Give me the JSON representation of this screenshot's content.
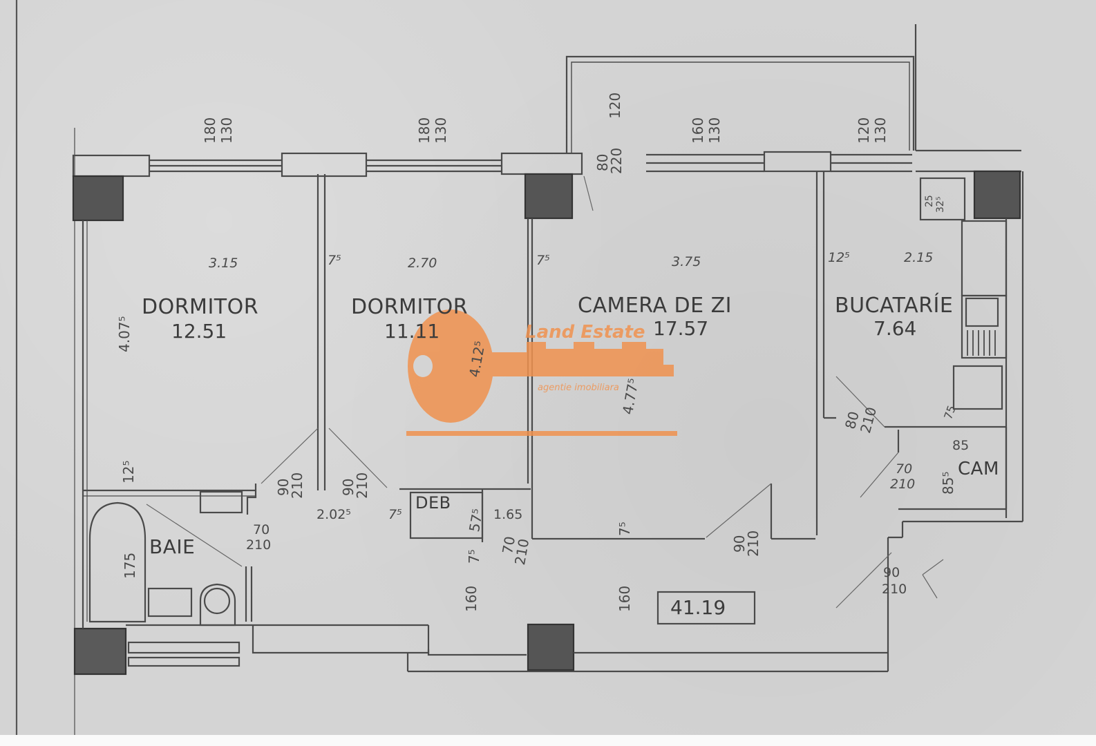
{
  "plan": {
    "total_area": "41.19",
    "rooms": [
      {
        "id": "dormitor1",
        "name": "DORMITOR",
        "area": "12.51",
        "width": "3.15",
        "depth": "4.07⁵"
      },
      {
        "id": "dormitor2",
        "name": "DORMITOR",
        "area": "11.11",
        "width": "2.70",
        "depth": "4.12⁵"
      },
      {
        "id": "camera-de-zi",
        "name": "CAMERA DE ZI",
        "area": "17.57",
        "width": "3.75",
        "depth": "4.77⁵"
      },
      {
        "id": "bucatarie",
        "name": "BUCATARÍE",
        "area": "7.64",
        "width": "2.15"
      },
      {
        "id": "baie",
        "name": "BAIE"
      },
      {
        "id": "deb",
        "name": "DEB"
      },
      {
        "id": "cam",
        "name": "CAM"
      }
    ],
    "windows": [
      {
        "size": "180",
        "height": "130"
      },
      {
        "size": "180",
        "height": "130"
      },
      {
        "size": "160",
        "height": "130"
      },
      {
        "size": "120",
        "height": "130"
      }
    ],
    "balcony_door": {
      "size": "80",
      "height": "220",
      "sill": "120"
    },
    "doors": [
      {
        "size": "90",
        "height": "210",
        "label": "90 / 210"
      },
      {
        "size": "90",
        "height": "210",
        "label": "90 / 210"
      },
      {
        "size": "70",
        "height": "210",
        "label": "70 / 210"
      },
      {
        "size": "70",
        "height": "210",
        "label": "70 / 210"
      },
      {
        "size": "90",
        "height": "210",
        "label": "90 / 210"
      },
      {
        "size": "80",
        "height": "210",
        "label": "80 / 210"
      },
      {
        "size": "70",
        "height": "210",
        "label": "70 / 210"
      },
      {
        "size": "90",
        "height": "210",
        "label": "90 / 210"
      }
    ],
    "wall_thickness": {
      "w1": "7⁵",
      "w2": "7⁵",
      "w3": "12⁵",
      "w4": "12⁵",
      "w5": "7⁵",
      "w6": "7⁵",
      "w7": "7⁵",
      "w8": "7⁵"
    },
    "misc_dims": {
      "hall_width": "2.02⁵",
      "deb_depth": "57⁵",
      "deb_len": "1.65",
      "bath_tub": "175",
      "hall_a": "160",
      "hall_b": "160",
      "cam_w": "85",
      "cam_d": "85⁵",
      "kitchen_small": "75",
      "boiler_a": "25",
      "boiler_b": "32⁵"
    }
  },
  "watermark": {
    "brand": "Land Estate",
    "tagline": "agentie imobiliara",
    "accent_color": "#f0924f"
  }
}
